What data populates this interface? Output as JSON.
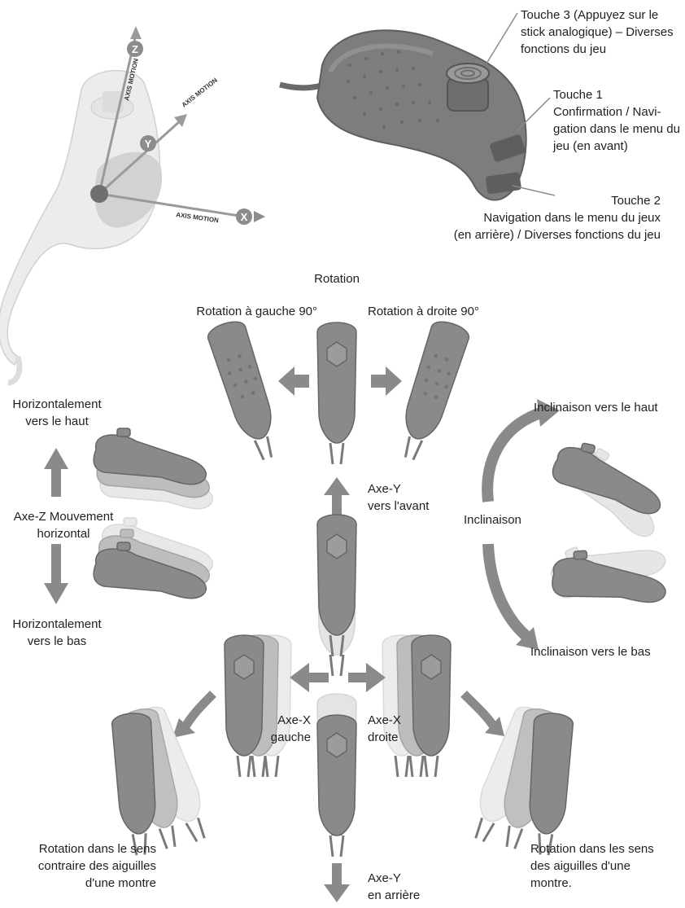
{
  "colors": {
    "body": "#8c8c8c",
    "body_dark": "#6c6c6c",
    "ghost": "#dedede",
    "arrow": "#8a8a8a",
    "axis": "#9a9a9a",
    "text": "#1f1f1f"
  },
  "axis_diagram": {
    "axis_z_badge": "Z",
    "axis_y_badge": "Y",
    "axis_x_badge": "X",
    "axis_z_label": "AXIS MOTION",
    "axis_y_label": "AXIS MOTION",
    "axis_x_label": "AXIS MOTION"
  },
  "buttons": {
    "touche3": [
      "Touche 3 (Appuyez sur le",
      "stick analogique) – Diverses",
      "fonctions du jeu"
    ],
    "touche1": [
      "Touche 1",
      "Confirmation / Navi-",
      "gation dans le menu du",
      "jeu (en avant)"
    ],
    "touche2": [
      "Touche 2",
      "Navigation dans le menu du jeux",
      "(en arrière) / Diverses fonctions du jeu"
    ]
  },
  "motions": {
    "rotation_title": "Rotation",
    "rot_left": "Rotation à gauche 90°",
    "rot_right": "Rotation à droite 90°",
    "horiz_up": [
      "Horizontalement",
      "vers le haut"
    ],
    "axe_z": [
      "Axe-Z Mouvement",
      "horizontal"
    ],
    "horiz_down": [
      "Horizontalement",
      "vers le bas"
    ],
    "axe_y_forward": [
      "Axe-Y",
      "vers l'avant"
    ],
    "inclinaison": "Inclinaison",
    "incl_up": "Inclinaison vers le haut",
    "incl_down": "Inclinaison vers le bas",
    "axe_x_left": [
      "Axe-X",
      "gauche"
    ],
    "axe_x_right": [
      "Axe-X",
      "droite"
    ],
    "ccw": [
      "Rotation dans le sens",
      "contraire des aiguilles",
      "d'une montre"
    ],
    "cw": [
      "Rotation dans les sens",
      "des aiguilles d'une",
      "montre."
    ],
    "axe_y_back": [
      "Axe-Y",
      "en arrière"
    ]
  }
}
